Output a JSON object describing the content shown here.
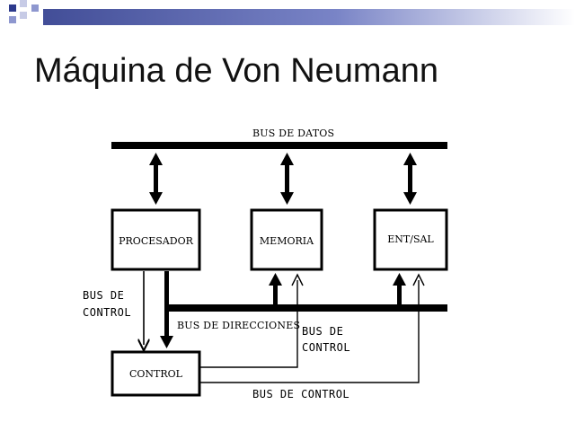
{
  "slide": {
    "title": "Máquina de Von Neumann"
  },
  "diagram": {
    "bus_datos": "BUS DE DATOS",
    "bus_direcciones": "BUS DE DIRECCIONES",
    "bus_control_left_1": "BUS DE",
    "bus_control_left_2": "CONTROL",
    "bus_control_mid_1": "BUS DE",
    "bus_control_mid_2": "CONTROL",
    "bus_control_bottom": "BUS DE CONTROL",
    "boxes": {
      "procesador": "PROCESADOR",
      "memoria": "MEMORIA",
      "ent_sal": "ENT/SAL",
      "control": "CONTROL"
    }
  },
  "colors": {
    "accent_blue": "#2d3a8c",
    "line": "#000000"
  }
}
